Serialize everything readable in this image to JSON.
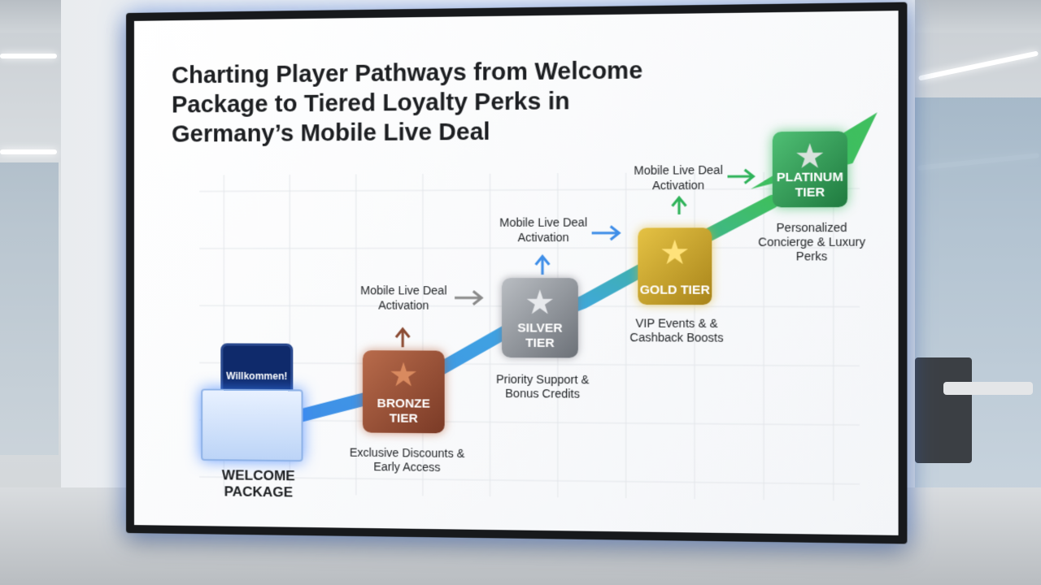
{
  "title": "Charting Player Pathways from Welcome Package to Tiered Loyalty Perks in Germany’s Mobile Live Deal",
  "welcome": {
    "phone_text": "Willkommen!",
    "label": "WELCOME PACKAGE",
    "icon": "gift-icon"
  },
  "tiers": [
    {
      "name": "BRONZE TIER",
      "perk": "Exclusive Discounts & Early Access",
      "color": "#9a4e33",
      "icon": "star-icon"
    },
    {
      "name": "SILVER TIER",
      "perk": "Priority Support & Bonus Credits",
      "color": "#8f949a",
      "icon": "star-icon"
    },
    {
      "name": "GOLD TIER",
      "perk": "VIP Events & & Cashback Boosts",
      "color": "#d0aa2c",
      "icon": "star-icon"
    },
    {
      "name": "PLATINUM TIER",
      "perk": "Personalized Concierge & Luxury Perks",
      "color": "#35a35b",
      "icon": "star-icon"
    }
  ],
  "activations": [
    {
      "text": "Mobile Live Deal Activation"
    },
    {
      "text": "Mobile Live Deal Activation"
    },
    {
      "text": "Mobile Live Deal Activation"
    }
  ],
  "colors": {
    "path_blue": "#3f8ee8",
    "path_green": "#3fbf5f",
    "arrow_gray": "#7a7a7a",
    "arrow_blue": "#3f8ee8",
    "arrow_green": "#2fb35a",
    "arrow_bronze": "#8a4a32"
  }
}
